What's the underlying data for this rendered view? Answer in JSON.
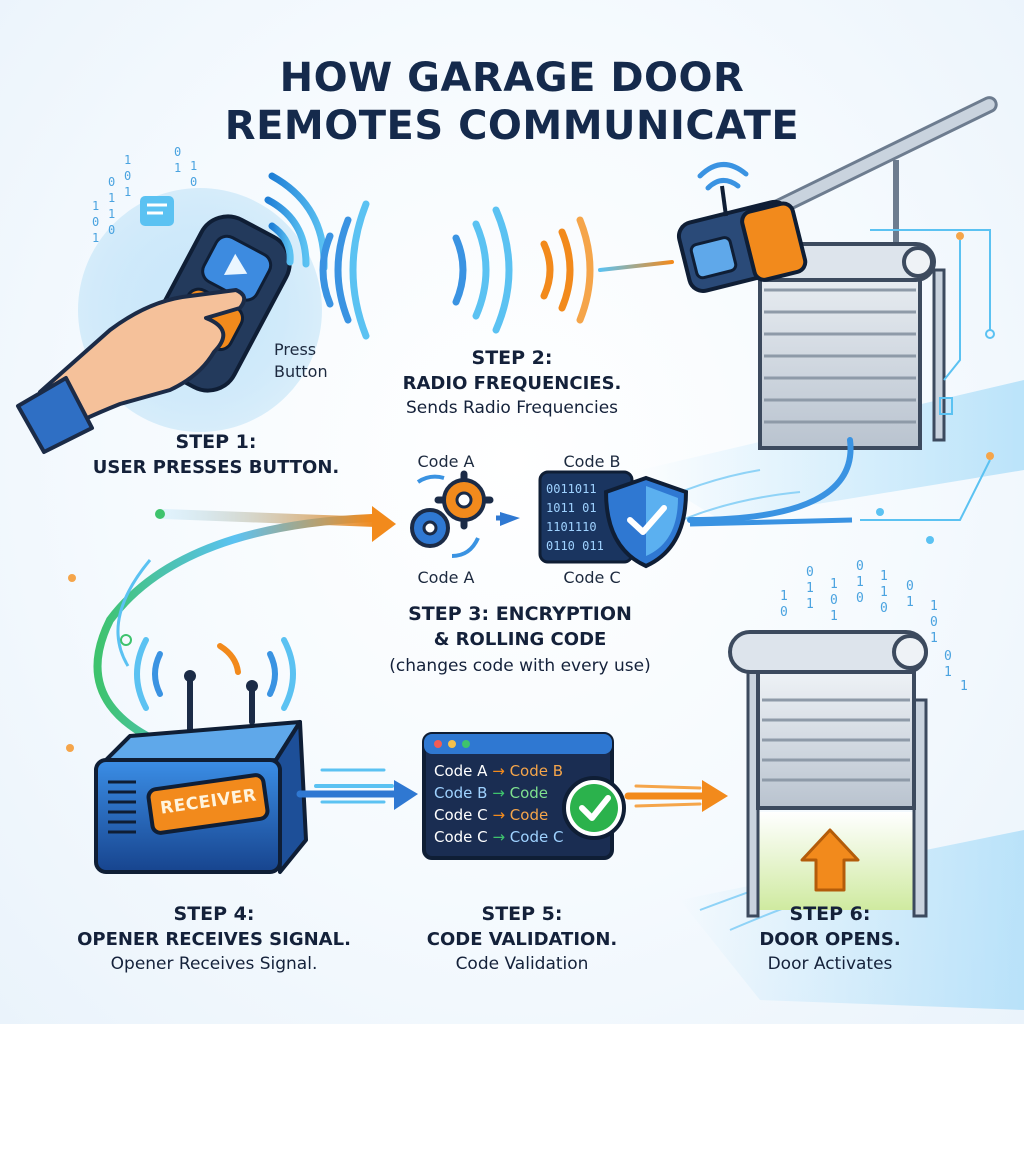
{
  "title": {
    "line1": "HOW GARAGE DOOR",
    "line2": "REMOTES COMMUNICATE"
  },
  "steps": [
    {
      "head": "STEP 1:",
      "name": "USER PRESSES BUTTON.",
      "desc": ""
    },
    {
      "head": "STEP 2:",
      "name": "RADIO FREQUENCIES.",
      "desc": "Sends Radio Frequencies"
    },
    {
      "head": "STEP 3: ENCRYPTION",
      "name": "& ROLLING CODE",
      "desc": "(changes code with every use)"
    },
    {
      "head": "STEP 4:",
      "name": "OPENER RECEIVES SIGNAL.",
      "desc": "Opener Receives Signal."
    },
    {
      "head": "STEP 5:",
      "name": "CODE VALIDATION.",
      "desc": "Code Validation"
    },
    {
      "head": "STEP 6:",
      "name": "DOOR OPENS.",
      "desc": "Door Activates"
    }
  ],
  "remote": {
    "press_line1": "Press",
    "press_line2": "Button"
  },
  "rolling_code": {
    "top_left": "Code A",
    "top_right": "Code B",
    "bottom_left": "Code A",
    "bottom_right": "Code C",
    "binary": [
      "0011011",
      "1011 01",
      "1101110",
      "0110 011"
    ]
  },
  "receiver": {
    "badge": "RECEIVER"
  },
  "validation": {
    "rows": [
      {
        "from": "Code A",
        "to": "Code B"
      },
      {
        "from": "Code B",
        "to": "Code"
      },
      {
        "from": "Code C",
        "to": "Code"
      },
      {
        "from": "Code C",
        "to": "Code C"
      }
    ]
  },
  "colors": {
    "navy": "#152a4c",
    "blue": "#1f7fd6",
    "light_blue": "#5bc2f2",
    "orange": "#f28a1c",
    "green": "#2bb24c"
  },
  "icons": [
    "hand-icon",
    "remote-icon",
    "radio-wave-icon",
    "opener-motor-icon",
    "garage-door-icon",
    "gear-icon",
    "binary-icon",
    "shield-check-icon",
    "receiver-icon",
    "antenna-icon",
    "code-window-icon",
    "check-icon",
    "up-arrow-icon",
    "binary-rain-icon"
  ]
}
